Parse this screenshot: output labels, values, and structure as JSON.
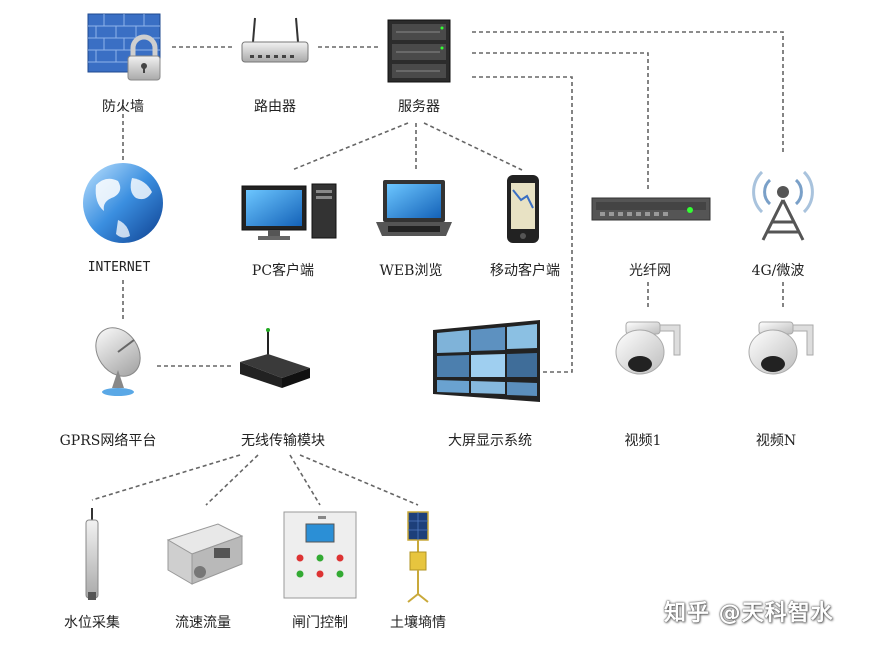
{
  "nodes": {
    "firewall": "防火墙",
    "router": "路由器",
    "server": "服务器",
    "internet": "INTERNET",
    "pc_client": "PC客户端",
    "web_browse": "WEB浏览",
    "mobile_client": "移动客户端",
    "fiber_network": "光纤网",
    "wireless_4g": "4G/微波",
    "gprs_platform": "GPRS网络平台",
    "wireless_module": "无线传输模块",
    "big_screen": "大屏显示系统",
    "video_1": "视频1",
    "video_n": "视频N",
    "water_level": "水位采集",
    "flow_speed": "流速流量",
    "gate_control": "闸门控制",
    "soil_moisture": "土壤墒情"
  },
  "watermark": "知乎 @天科智水",
  "colors": {
    "connector": "#666666",
    "firewall_blue": "#3a6fc4",
    "screen_blue": "#2b8fd6"
  }
}
